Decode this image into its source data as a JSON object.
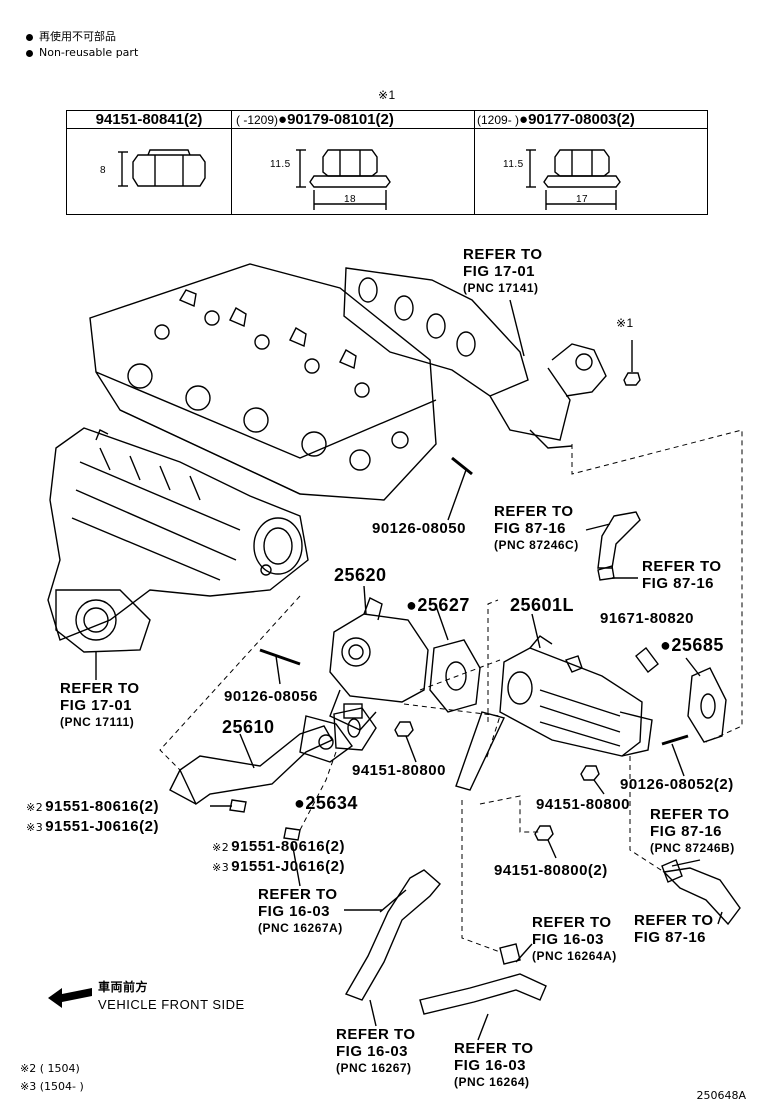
{
  "legend": {
    "jp": "再使用不可部品",
    "en": "Non-reusable part"
  },
  "table": {
    "header_mark": "※1",
    "col1": "94151-80841(2)",
    "col2_range": "(    -1209)",
    "col2_part": "90179-08101(2)",
    "col3_range": "(1209-     )",
    "col3_part": "90177-08003(2)",
    "dim1_h": "8",
    "dim2_h": "11.5",
    "dim2_w": "18",
    "dim3_h": "11.5",
    "dim3_w": "17"
  },
  "labels": {
    "ref_17141_a": "REFER TO",
    "ref_17141_b": "FIG 17-01",
    "ref_17141_c": "(PNC 17141)",
    "mark_x1": "※1",
    "p_90126_08050": "90126-08050",
    "ref_87246c_a": "REFER TO",
    "ref_87246c_b": "FIG 87-16",
    "ref_87246c_c": "(PNC 87246C)",
    "ref_8716_a": "REFER TO",
    "ref_8716_b": "FIG 87-16",
    "p_25620": "25620",
    "p_25627": "25627",
    "p_25601L": "25601L",
    "p_91671": "91671-80820",
    "p_25685": "25685",
    "ref_17111_a": "REFER TO",
    "ref_17111_b": "FIG 17-01",
    "ref_17111_c": "(PNC 17111)",
    "p_90126_08056": "90126-08056",
    "p_25610": "25610",
    "p_94151_80800_a": "94151-80800",
    "p_94151_80800_b": "94151-80800",
    "p_90126_08052": "90126-08052(2)",
    "p_25634": "25634",
    "m2a": "※2",
    "p_91551_80616_a": "91551-80616(2)",
    "m3a": "※3",
    "p_91551_j0616_a": "91551-J0616(2)",
    "m2b": "※2",
    "p_91551_80616_b": "91551-80616(2)",
    "m3b": "※3",
    "p_91551_j0616_b": "91551-J0616(2)",
    "ref_87246b_a": "REFER TO",
    "ref_87246b_b": "FIG 87-16",
    "ref_87246b_c": "(PNC 87246B)",
    "p_94151_80800_2": "94151-80800(2)",
    "ref_16267a_a": "REFER TO",
    "ref_16267a_b": "FIG 16-03",
    "ref_16267a_c": "(PNC 16267A)",
    "ref_16264a_a": "REFER TO",
    "ref_16264a_b": "FIG 16-03",
    "ref_16264a_c": "(PNC 16264A)",
    "ref_8716b_a": "REFER TO",
    "ref_8716b_b": "FIG 87-16",
    "ref_16267_a": "REFER TO",
    "ref_16267_b": "FIG 16-03",
    "ref_16267_c": "(PNC 16267)",
    "ref_16264_a": "REFER TO",
    "ref_16264_b": "FIG 16-03",
    "ref_16264_c": "(PNC 16264)",
    "front_jp": "車両前方",
    "front_en": "VEHICLE FRONT SIDE"
  },
  "notes": {
    "n2": "※2 (      1504)",
    "n3": "※3 (1504-      )"
  },
  "code": "250648A"
}
